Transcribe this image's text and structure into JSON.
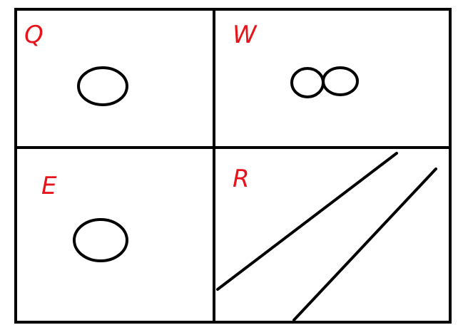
{
  "colors": {
    "label": "#e8141c",
    "stroke": "#000000",
    "background": "#ffffff"
  },
  "panels": [
    {
      "label": "Q",
      "content": "one-circle"
    },
    {
      "label": "W",
      "content": "two-circles"
    },
    {
      "label": "E",
      "content": "one-circle"
    },
    {
      "label": "R",
      "content": "two-lines"
    }
  ]
}
